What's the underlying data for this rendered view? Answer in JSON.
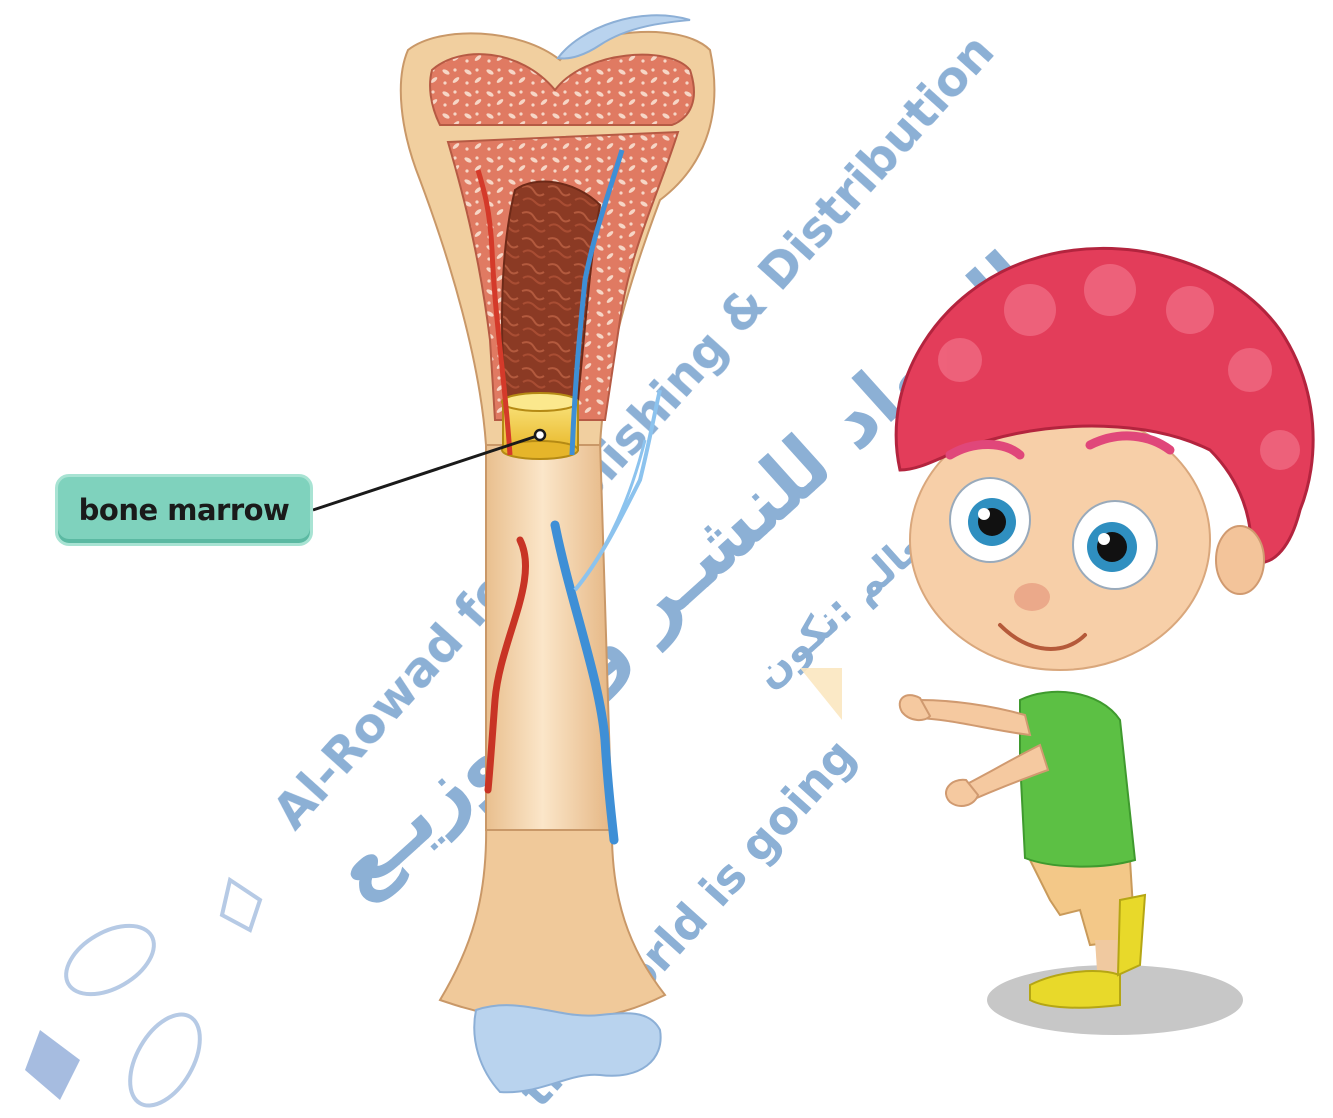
{
  "diagram": {
    "callout_label": "bone marrow"
  },
  "watermark": {
    "line1": "Al-Rowad for Publishing & Distribution",
    "line2": "the World is going",
    "arabic_main": "الـرواد للنشـر والتـوزيـع",
    "arabic_sub": "جيث يتكون العالم :نكون",
    "color": "#2f6fb3"
  },
  "colors": {
    "bone": "#f3d2a8",
    "spongy_bone": "#d9806a",
    "marrow_cavity": "#8b3a24",
    "yellow_marrow": "#f6d24a",
    "artery": "#d43a2a",
    "vein": "#3e8fd6",
    "cartilage": "#b9d3ee",
    "label_fill": "#7fd2bd"
  }
}
